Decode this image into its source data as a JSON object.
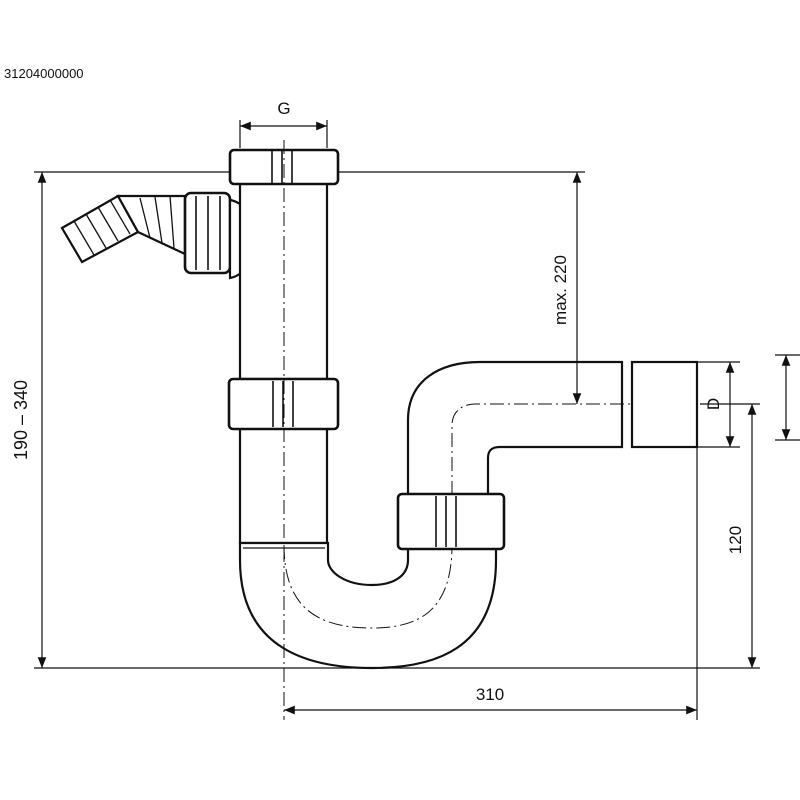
{
  "article_number": "31204000000",
  "dimensions": {
    "inlet_diameter": "G",
    "height_range": "190 – 340",
    "max_height": "max. 220",
    "outlet_diameter": "D",
    "outlet_height": "120",
    "width": "310"
  },
  "colors": {
    "line": "#111111",
    "background": "#ffffff"
  }
}
